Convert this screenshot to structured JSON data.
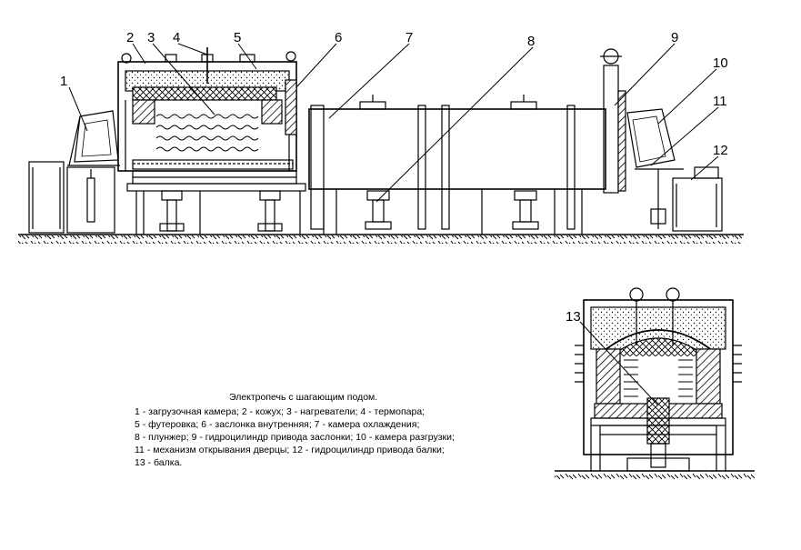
{
  "figure": {
    "callouts": [
      "1",
      "2",
      "3",
      "4",
      "5",
      "6",
      "7",
      "8",
      "9",
      "10",
      "11",
      "12",
      "13"
    ]
  },
  "caption": {
    "title": "Электропечь с шагающим подом.",
    "lines": [
      "1 - загрузочная камера; 2 - кожух; 3 - нагреватели; 4 - термопара;",
      "5 - футеровка; 6 - заслонка внутренняя; 7 - камера охлаждения;",
      "8 - плунжер; 9 - гидроцилиндр привода заслонки; 10 - камера разгрузки;",
      "11 - механизм открывания дверцы; 12 - гидроцилиндр привода балки;",
      "13 - балка."
    ]
  }
}
